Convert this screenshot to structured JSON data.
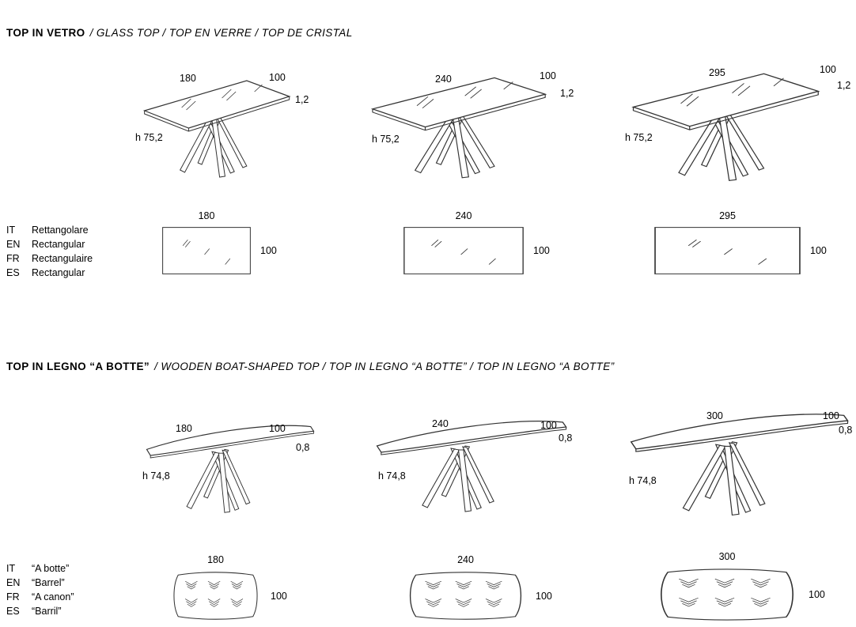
{
  "sections": [
    {
      "title_bold": "TOP IN VETRO",
      "title_rest": "/ GLASS TOP / TOP EN VERRE / TOP DE CRISTAL",
      "figures": [
        {
          "length": "180",
          "width": "100",
          "thickness": "1,2",
          "height": "h 75,2"
        },
        {
          "length": "240",
          "width": "100",
          "thickness": "1,2",
          "height": "h 75,2"
        },
        {
          "length": "295",
          "width": "100",
          "thickness": "1,2",
          "height": "h 75,2"
        }
      ],
      "languages": [
        {
          "code": "IT",
          "term": "Rettangolare"
        },
        {
          "code": "EN",
          "term": "Rectangular"
        },
        {
          "code": "FR",
          "term": "Rectangulaire"
        },
        {
          "code": "ES",
          "term": "Rectangular"
        }
      ],
      "top_views": [
        {
          "length": "180",
          "width": "100"
        },
        {
          "length": "240",
          "width": "100"
        },
        {
          "length": "295",
          "width": "100"
        }
      ]
    },
    {
      "title_bold": "TOP IN LEGNO “A BOTTE”",
      "title_rest": "/ WOODEN BOAT-SHAPED TOP / TOP IN LEGNO “A BOTTE” / TOP IN LEGNO “A BOTTE”",
      "figures": [
        {
          "length": "180",
          "width": "100",
          "thickness": "0,8",
          "height": "h 74,8"
        },
        {
          "length": "240",
          "width": "100",
          "thickness": "0,8",
          "height": "h 74,8"
        },
        {
          "length": "300",
          "width": "100",
          "thickness": "0,8",
          "height": "h 74,8"
        }
      ],
      "languages": [
        {
          "code": "IT",
          "term": "“A botte”"
        },
        {
          "code": "EN",
          "term": "“Barrel”"
        },
        {
          "code": "FR",
          "term": "“A canon”"
        },
        {
          "code": "ES",
          "term": "“Barril”"
        }
      ],
      "top_views": [
        {
          "length": "180",
          "width": "100"
        },
        {
          "length": "240",
          "width": "100"
        },
        {
          "length": "300",
          "width": "100"
        }
      ]
    }
  ]
}
